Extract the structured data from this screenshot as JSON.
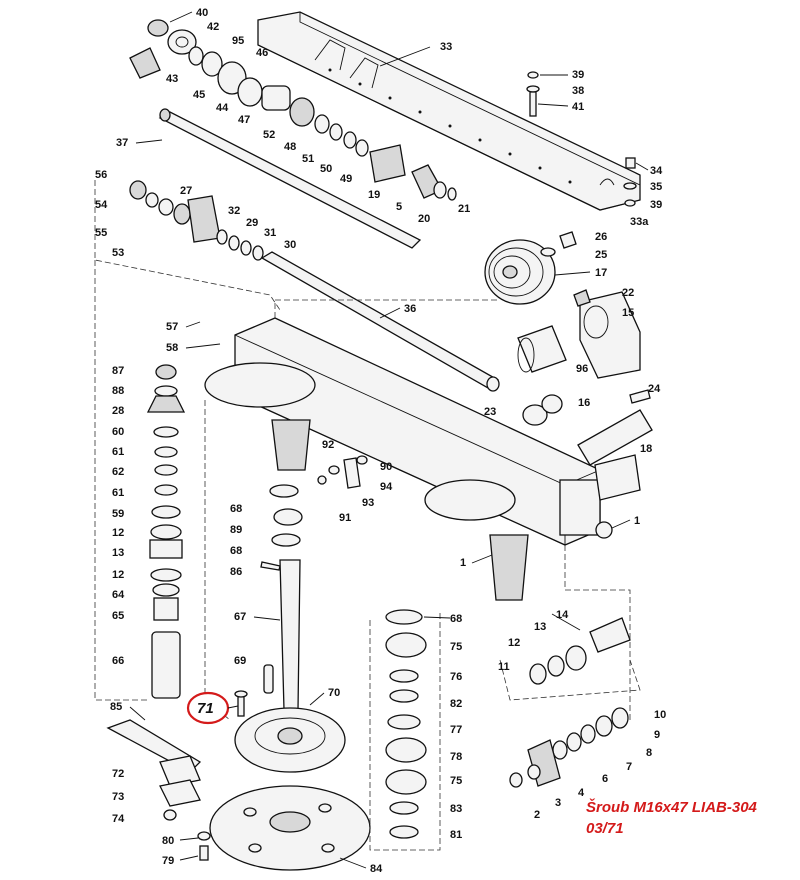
{
  "diagram": {
    "labels": [
      {
        "id": "40"
      },
      {
        "id": "42"
      },
      {
        "id": "95"
      },
      {
        "id": "46"
      },
      {
        "id": "43"
      },
      {
        "id": "45"
      },
      {
        "id": "44"
      },
      {
        "id": "47"
      },
      {
        "id": "52"
      },
      {
        "id": "48"
      },
      {
        "id": "51"
      },
      {
        "id": "50"
      },
      {
        "id": "49"
      },
      {
        "id": "37"
      },
      {
        "id": "19"
      },
      {
        "id": "5"
      },
      {
        "id": "20"
      },
      {
        "id": "21"
      },
      {
        "id": "33"
      },
      {
        "id": "39"
      },
      {
        "id": "38"
      },
      {
        "id": "41"
      },
      {
        "id": "34"
      },
      {
        "id": "35"
      },
      {
        "id": "39"
      },
      {
        "id": "33a"
      },
      {
        "id": "56"
      },
      {
        "id": "54"
      },
      {
        "id": "55"
      },
      {
        "id": "53"
      },
      {
        "id": "27"
      },
      {
        "id": "32"
      },
      {
        "id": "29"
      },
      {
        "id": "31"
      },
      {
        "id": "30"
      },
      {
        "id": "26"
      },
      {
        "id": "25"
      },
      {
        "id": "17"
      },
      {
        "id": "22"
      },
      {
        "id": "15"
      },
      {
        "id": "36"
      },
      {
        "id": "57"
      },
      {
        "id": "58"
      },
      {
        "id": "96"
      },
      {
        "id": "24"
      },
      {
        "id": "16"
      },
      {
        "id": "23"
      },
      {
        "id": "18"
      },
      {
        "id": "87"
      },
      {
        "id": "88"
      },
      {
        "id": "28"
      },
      {
        "id": "60"
      },
      {
        "id": "61"
      },
      {
        "id": "62"
      },
      {
        "id": "61"
      },
      {
        "id": "59"
      },
      {
        "id": "12"
      },
      {
        "id": "13"
      },
      {
        "id": "12"
      },
      {
        "id": "64"
      },
      {
        "id": "65"
      },
      {
        "id": "66"
      },
      {
        "id": "92"
      },
      {
        "id": "90"
      },
      {
        "id": "94"
      },
      {
        "id": "93"
      },
      {
        "id": "91"
      },
      {
        "id": "68"
      },
      {
        "id": "89"
      },
      {
        "id": "68"
      },
      {
        "id": "86"
      },
      {
        "id": "67"
      },
      {
        "id": "69"
      },
      {
        "id": "70"
      },
      {
        "id": "1"
      },
      {
        "id": "1"
      },
      {
        "id": "68"
      },
      {
        "id": "75"
      },
      {
        "id": "76"
      },
      {
        "id": "82"
      },
      {
        "id": "77"
      },
      {
        "id": "78"
      },
      {
        "id": "75"
      },
      {
        "id": "83"
      },
      {
        "id": "81"
      },
      {
        "id": "14"
      },
      {
        "id": "13"
      },
      {
        "id": "12"
      },
      {
        "id": "11"
      },
      {
        "id": "10"
      },
      {
        "id": "9"
      },
      {
        "id": "8"
      },
      {
        "id": "7"
      },
      {
        "id": "6"
      },
      {
        "id": "4"
      },
      {
        "id": "3"
      },
      {
        "id": "2"
      },
      {
        "id": "85"
      },
      {
        "id": "72"
      },
      {
        "id": "73"
      },
      {
        "id": "74"
      },
      {
        "id": "80"
      },
      {
        "id": "79"
      },
      {
        "id": "84"
      }
    ],
    "callout": {
      "id": "71"
    }
  },
  "caption": {
    "line1": "Šroub M16x47 LIAB-304",
    "line2": "03/71"
  },
  "colors": {
    "ink": "#111111",
    "callout_ring": "#d41a1a",
    "caption_text": "#d41a1a",
    "background": "#ffffff"
  }
}
